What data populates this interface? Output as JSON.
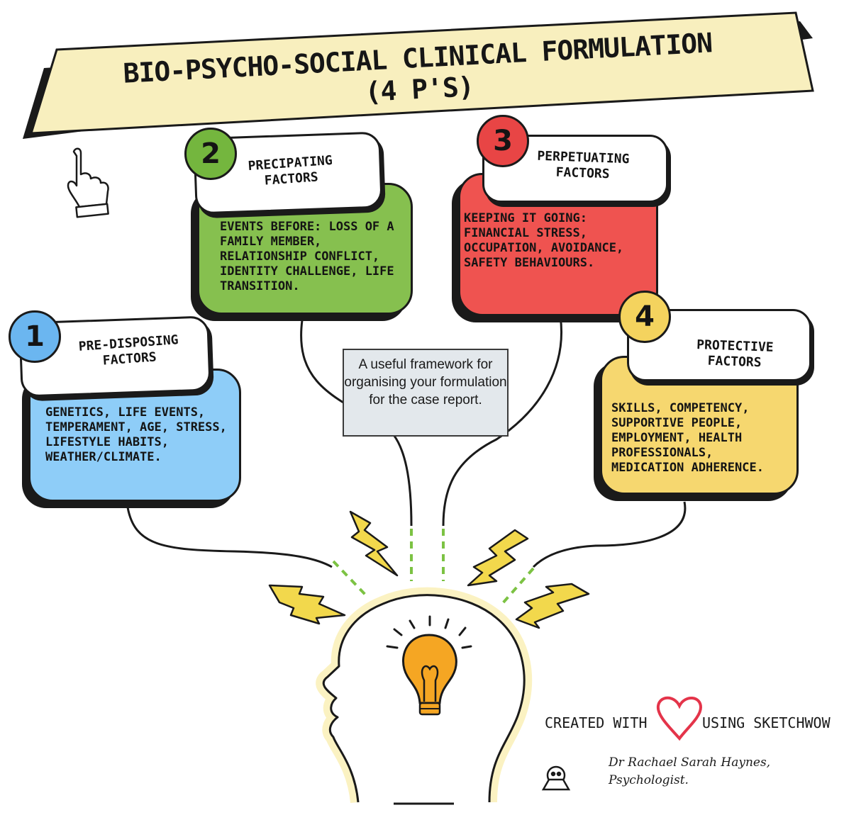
{
  "title": "BIO-PSYCHO-SOCIAL CLINICAL FORMULATION (4 P'S)",
  "factors": [
    {
      "number": "1",
      "label_line1": "PRE-DISPOSING",
      "label_line2": "FACTORS",
      "body": "GENETICS, LIFE EVENTS, TEMPERAMENT, AGE, STRESS, LIFESTYLE HABITS, WEATHER/CLIMATE.",
      "color": "#8ecdf8",
      "badge_color": "#6bb6f0"
    },
    {
      "number": "2",
      "label_line1": "PRECIPATING",
      "label_line2": "FACTORS",
      "body": "EVENTS BEFORE: LOSS OF A FAMILY MEMBER, RELATIONSHIP CONFLICT, IDENTITY CHALLENGE, LIFE TRANSITION.",
      "color": "#86c04f",
      "badge_color": "#74b63e"
    },
    {
      "number": "3",
      "label_line1": "PERPETUATING",
      "label_line2": "FACTORS",
      "body": "KEEPING IT GOING: FINANCIAL STRESS, OCCUPATION, AVOIDANCE, SAFETY BEHAVIOURS.",
      "color": "#ef5350",
      "badge_color": "#e84545"
    },
    {
      "number": "4",
      "label_line1": "PROTECTIVE",
      "label_line2": "FACTORS",
      "body": "SKILLS, COMPETENCY, SUPPORTIVE PEOPLE, EMPLOYMENT, HEALTH PROFESSIONALS, MEDICATION ADHERENCE.",
      "color": "#f6d76f",
      "badge_color": "#f4d35e"
    }
  ],
  "note": "A useful framework for organising your formulation for the case report.",
  "credit": {
    "created_with": "CREATED WITH",
    "using": "USING SKETCHWOW"
  },
  "author": {
    "line1": "Dr Rachael Sarah Haynes,",
    "line2": "Psychologist."
  },
  "icons": [
    "pointing-hand-icon",
    "lightbulb-icon",
    "head-silhouette-icon",
    "lightning-bolt-icon",
    "heart-icon",
    "sketchwow-logo-icon"
  ],
  "colors": {
    "banner": "#f8efbe",
    "bulb": "#f5a623",
    "bolt": "#f2d84c",
    "connector_dash": "#7cc243",
    "head_glow": "#fbf2c2"
  }
}
